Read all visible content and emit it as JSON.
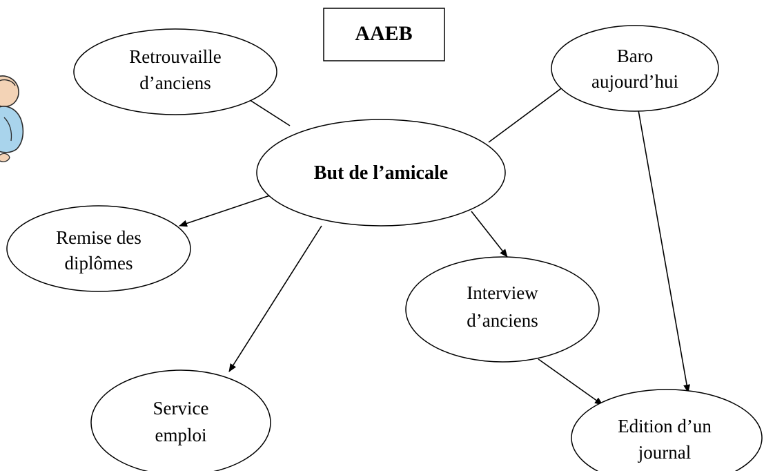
{
  "title": "AAEB",
  "center": "But de l’amicale",
  "nodes": {
    "retrouvaille": [
      "Retrouvaille",
      "d’anciens"
    ],
    "baro": [
      "Baro",
      "aujourd’hui"
    ],
    "remise": [
      "Remise des",
      "diplômes"
    ],
    "interview": [
      "Interview",
      "d’anciens"
    ],
    "service": [
      "Service",
      "emploi"
    ],
    "edition": [
      "Edition d’un",
      "journal"
    ]
  },
  "edges": [
    {
      "from": "center",
      "to": "retrouvaille"
    },
    {
      "from": "center",
      "to": "baro"
    },
    {
      "from": "center",
      "to": "remise"
    },
    {
      "from": "center",
      "to": "interview"
    },
    {
      "from": "center",
      "to": "service"
    },
    {
      "from": "baro",
      "to": "edition"
    },
    {
      "from": "interview",
      "to": "edition"
    }
  ],
  "colors": {
    "stroke": "#000000",
    "fill": "#ffffff",
    "clipart_shirt": "#a9d4ec",
    "clipart_skin": "#f3d3b6"
  }
}
